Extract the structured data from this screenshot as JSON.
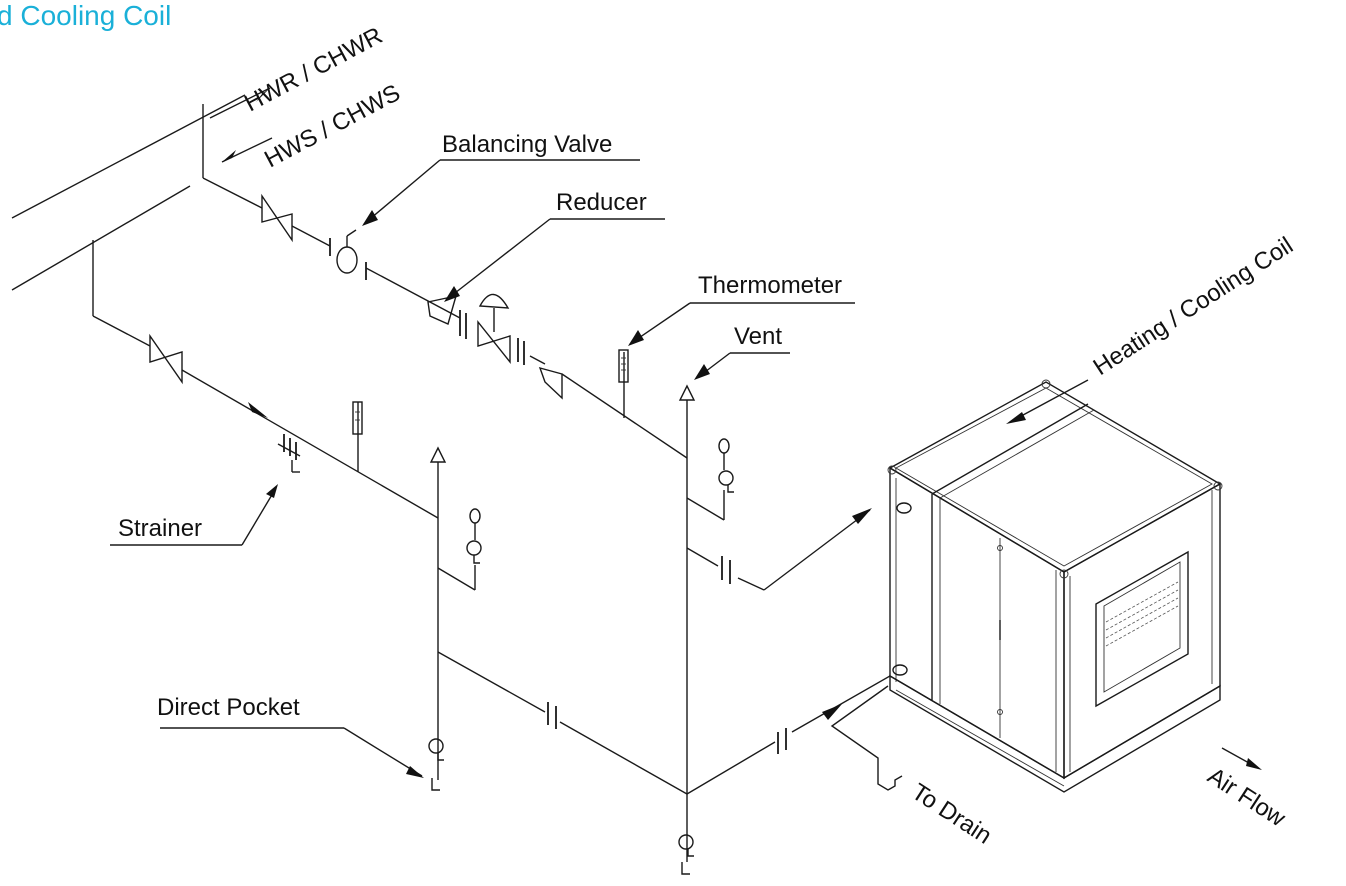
{
  "diagram": {
    "title": "d Cooling Coil",
    "labels": {
      "hwr_chwr": "HWR / CHWR",
      "hws_chws": "HWS / CHWS",
      "balancing_valve": "Balancing Valve",
      "reducer": "Reducer",
      "thermometer": "Thermometer",
      "vent": "Vent",
      "heating_cooling_coil": "Heating / Cooling Coil",
      "strainer": "Strainer",
      "direct_pocket": "Direct Pocket",
      "to_drain": "To Drain",
      "air_flow": "Air Flow"
    },
    "colors": {
      "title": "#1ab0d8",
      "line": "#1a1a1a"
    }
  }
}
